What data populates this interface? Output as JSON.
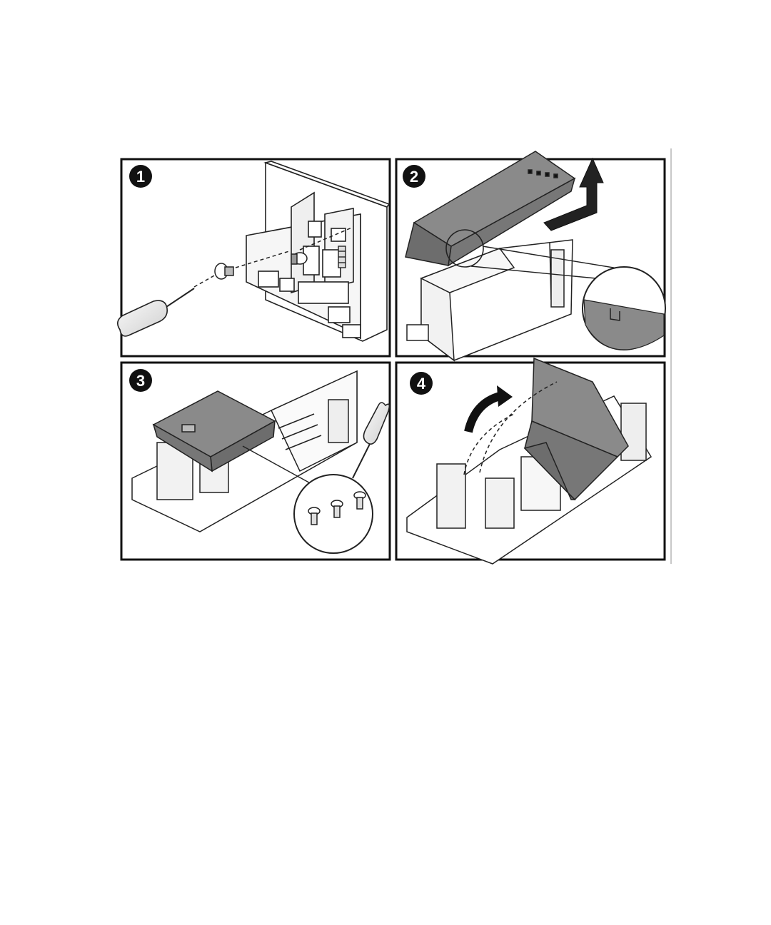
{
  "figure": {
    "panels": [
      {
        "step": "1",
        "icons": [
          "screwdriver-icon",
          "screw-icon"
        ]
      },
      {
        "step": "2",
        "icons": [
          "cover-icon",
          "lift-arrow-icon",
          "detail-callout-icon"
        ]
      },
      {
        "step": "3",
        "icons": [
          "tray-icon",
          "screwdriver-icon",
          "screws-callout-icon"
        ]
      },
      {
        "step": "4",
        "icons": [
          "rotate-arrow-icon",
          "hinged-cover-icon"
        ]
      }
    ],
    "colors": {
      "border": "#111111",
      "line": "#222222",
      "cover_fill": "#8a8a8a",
      "cover_dark": "#6d6d6d",
      "badge": "#111111",
      "badge_text": "#ffffff",
      "board_fill": "#f4f4f4"
    }
  }
}
